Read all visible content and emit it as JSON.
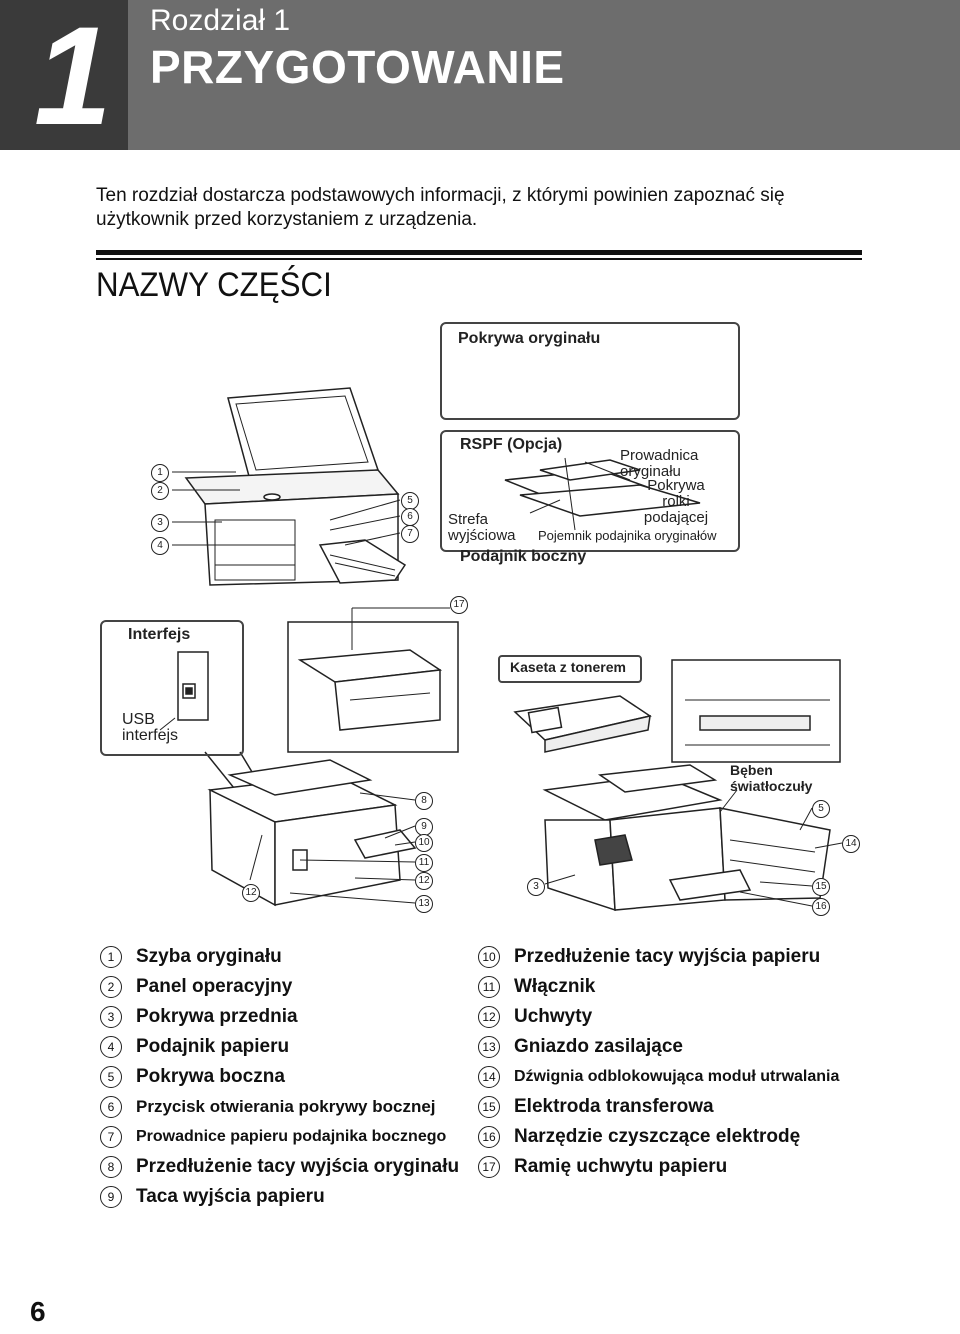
{
  "header": {
    "chapter_number": "1",
    "chapter_label": "Rozdział 1",
    "chapter_title": "PRZYGOTOWANIE"
  },
  "intro": "Ten rozdział dostarcza podstawowych informacji, z którymi powinien zapoznać się użytkownik przed korzystaniem z urządzenia.",
  "section_title": "NAZWY CZĘŚCI",
  "diagram": {
    "cover_box": "Pokrywa oryginału",
    "rspf_box": {
      "title": "RSPF (Opcja)",
      "guide": "Prowadnica oryginału",
      "roller_cover": "Pokrywa rolki podającej",
      "exit_area": "Strefa wyjściowa",
      "tray": "Pojemnik podajnika oryginałów",
      "side_feeder": "Podajnik boczny"
    },
    "interface_box": {
      "title": "Interfejs",
      "usb": "USB interfejs"
    },
    "toner_label": "Kaseta z tonerem",
    "drum_label": "Bęben światłoczuły",
    "callouts": {
      "c1": "1",
      "c2": "2",
      "c3": "3",
      "c4": "4",
      "c5": "5",
      "c6": "6",
      "c7": "7",
      "c8": "8",
      "c9": "9",
      "c10": "10",
      "c11": "11",
      "c12": "12",
      "c13": "13",
      "c14": "14",
      "c15": "15",
      "c16": "16",
      "c17": "17"
    }
  },
  "legend": {
    "left": [
      {
        "num": "1",
        "text": "Szyba oryginału"
      },
      {
        "num": "2",
        "text": "Panel operacyjny"
      },
      {
        "num": "3",
        "text": "Pokrywa przednia"
      },
      {
        "num": "4",
        "text": "Podajnik papieru"
      },
      {
        "num": "5",
        "text": "Pokrywa boczna"
      },
      {
        "num": "6",
        "text": "Przycisk otwierania pokrywy bocznej"
      },
      {
        "num": "7",
        "text": "Prowadnice papieru podajnika bocznego"
      },
      {
        "num": "8",
        "text": "Przedłużenie tacy wyjścia oryginału"
      },
      {
        "num": "9",
        "text": "Taca wyjścia papieru"
      }
    ],
    "right": [
      {
        "num": "10",
        "text": "Przedłużenie tacy wyjścia papieru"
      },
      {
        "num": "11",
        "text": "Włącznik"
      },
      {
        "num": "12",
        "text": "Uchwyty"
      },
      {
        "num": "13",
        "text": "Gniazdo zasilające"
      },
      {
        "num": "14",
        "text": "Dźwignia odblokowująca moduł utrwalania"
      },
      {
        "num": "15",
        "text": "Elektroda transferowa"
      },
      {
        "num": "16",
        "text": "Narzędzie czyszczące elektrodę"
      },
      {
        "num": "17",
        "text": "Ramię uchwytu papieru"
      }
    ]
  },
  "page_number": "6"
}
